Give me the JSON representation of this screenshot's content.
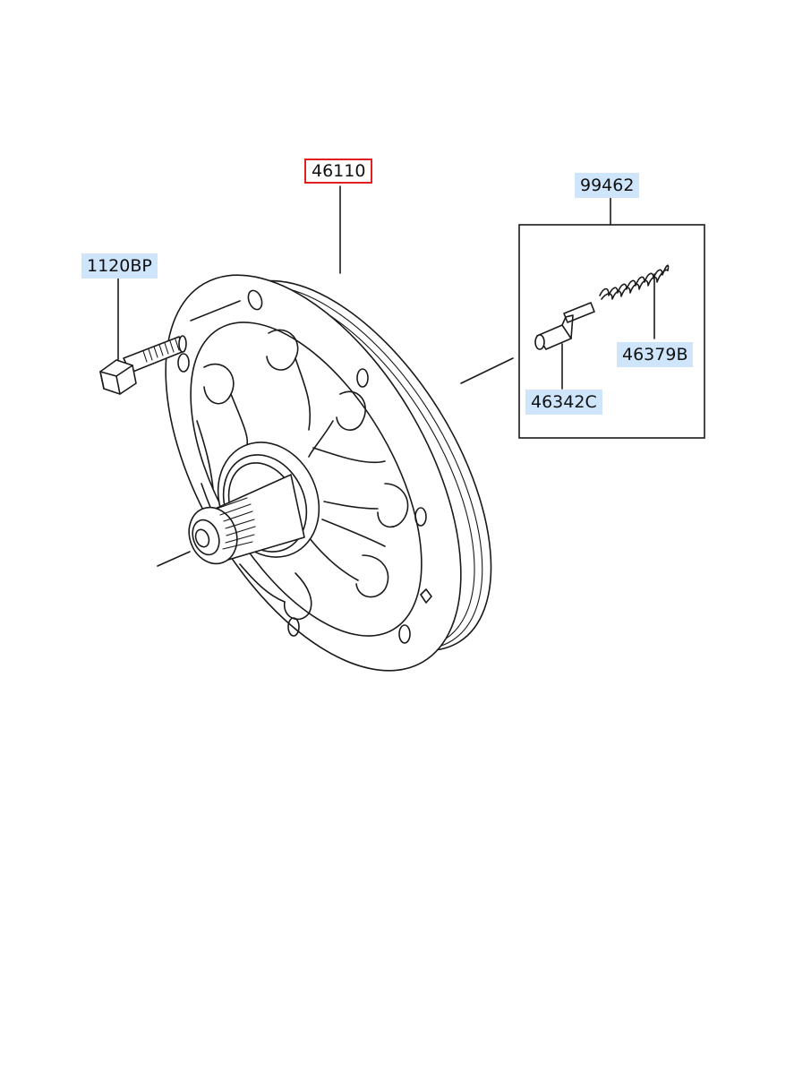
{
  "labels": {
    "pump_assembly": "46110",
    "bolt": "1120BP",
    "valve_kit": "99462",
    "spring": "46379B",
    "valve": "46342C"
  },
  "colors": {
    "label_background": "#cfe5fb",
    "selected_border": "#e02020",
    "line": "#1a1a1a"
  }
}
